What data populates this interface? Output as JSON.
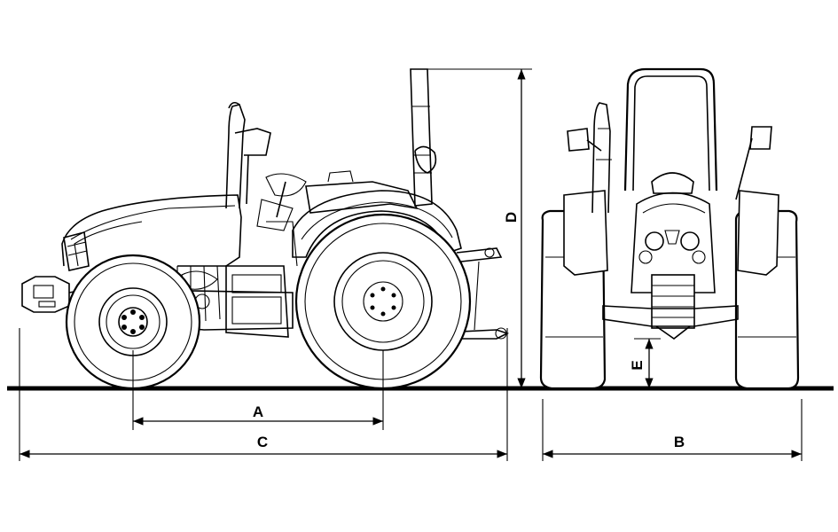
{
  "dimensions": {
    "A": "A",
    "B": "B",
    "C": "C",
    "D": "D",
    "E": "E"
  },
  "colors": {
    "line": "#000000",
    "background": "#ffffff"
  }
}
